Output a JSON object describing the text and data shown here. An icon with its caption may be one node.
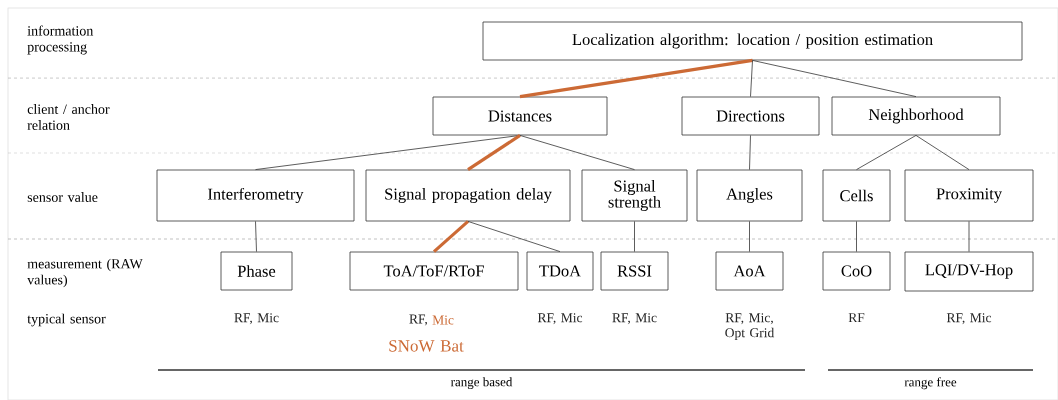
{
  "diagram": {
    "nodes": [
      {
        "text": [
          "Localization algorithm: location / position estimation"
        ]
      },
      {
        "text": [
          "Distances"
        ]
      },
      {
        "text": [
          "Directions"
        ]
      },
      {
        "text": [
          "Neighborhood"
        ]
      },
      {
        "text": [
          "Interferometry"
        ]
      },
      {
        "text": [
          "Signal propagation delay"
        ]
      },
      {
        "text": [
          "Signal strength"
        ]
      },
      {
        "text": [
          "Angles"
        ]
      },
      {
        "text": [
          "Cells"
        ]
      },
      {
        "text": [
          "Proximity"
        ]
      },
      {
        "text": [
          "Phase"
        ],
        "beside": [
          "RF, Mic"
        ]
      },
      {
        "text": [
          "ToA/ToF/RToF"
        ],
        "beside": [
          "RF,",
          "Mic",
          "SNoW Bat"
        ]
      },
      {
        "text": [
          "TDoA"
        ],
        "beside": [
          "RF, Mic"
        ]
      },
      {
        "text": [
          "RSSI"
        ],
        "beside": [
          "RF, Mic"
        ]
      },
      {
        "text": [
          "AoA"
        ],
        "beside": [
          "RF, Mic, Opt Grid"
        ]
      },
      {
        "text": [
          "CoO"
        ],
        "beside": [
          "RF"
        ]
      },
      {
        "text": [
          "LQI/DV-Hop"
        ],
        "beside": [
          "RF, Mic"
        ]
      }
    ],
    "edges": [
      {
        "from": 0,
        "to": 1,
        "arrow": "none",
        "style": "thick",
        "color": "#cc6a35"
      },
      {
        "from": 0,
        "to": 2,
        "arrow": "none"
      },
      {
        "from": 0,
        "to": 3,
        "arrow": "none"
      },
      {
        "from": 1,
        "to": 4,
        "arrow": "none"
      },
      {
        "from": 1,
        "to": 5,
        "arrow": "none",
        "style": "thick",
        "color": "#cc6a35"
      },
      {
        "from": 1,
        "to": 6,
        "arrow": "none"
      },
      {
        "from": 2,
        "to": 7,
        "arrow": "none"
      },
      {
        "from": 3,
        "to": 8,
        "arrow": "none"
      },
      {
        "from": 3,
        "to": 9,
        "arrow": "none"
      },
      {
        "from": 4,
        "to": 10,
        "arrow": "none"
      },
      {
        "from": 5,
        "to": 11,
        "arrow": "none",
        "style": "thick",
        "color": "#cc6a35"
      },
      {
        "from": 5,
        "to": 12,
        "arrow": "none"
      },
      {
        "from": 6,
        "to": 13,
        "arrow": "none"
      },
      {
        "from": 7,
        "to": 14,
        "arrow": "none"
      },
      {
        "from": 8,
        "to": 15,
        "arrow": "none"
      },
      {
        "from": 9,
        "to": 16,
        "arrow": "none"
      }
    ],
    "labels": [
      "information processing",
      "client / anchor relation",
      "sensor value",
      "measurement (RAW values)",
      "typical sensor",
      "range based",
      "range free"
    ]
  }
}
